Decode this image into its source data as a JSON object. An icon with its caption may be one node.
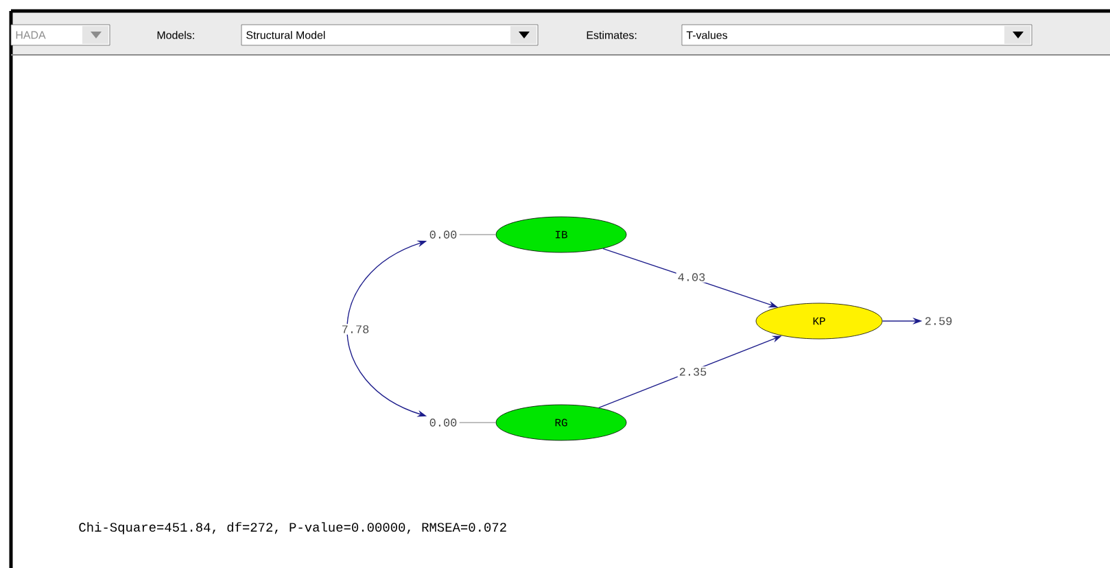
{
  "diagram": {
    "nodes": [
      {
        "text": [
          "0.00"
        ]
      },
      {
        "text": [
          "IB"
        ]
      },
      {
        "text": [
          "KP"
        ]
      },
      {
        "text": [
          "2.59"
        ]
      },
      {
        "text": [
          "0.00"
        ]
      },
      {
        "text": [
          "RG"
        ]
      }
    ],
    "edges": [
      {
        "from": 0,
        "to": 4,
        "arrow": "both",
        "label": "7.78"
      },
      {
        "from": 0,
        "to": 1,
        "arrow": "none",
        "color": "#a8a8a8"
      },
      {
        "from": 4,
        "to": 5,
        "arrow": "none",
        "color": "#a8a8a8"
      },
      {
        "from": 1,
        "to": 2,
        "arrow": "to",
        "label": "4.03"
      },
      {
        "from": 5,
        "to": 2,
        "arrow": "to",
        "label": "2.35"
      },
      {
        "from": 2,
        "to": 3,
        "arrow": "to"
      }
    ],
    "labels": [
      "HADA",
      "Models:",
      "Structural Model",
      "Estimates:",
      "T-values",
      "Chi-Square=451.84, df=272, P-value=0.00000, RMSEA=0.072"
    ]
  }
}
